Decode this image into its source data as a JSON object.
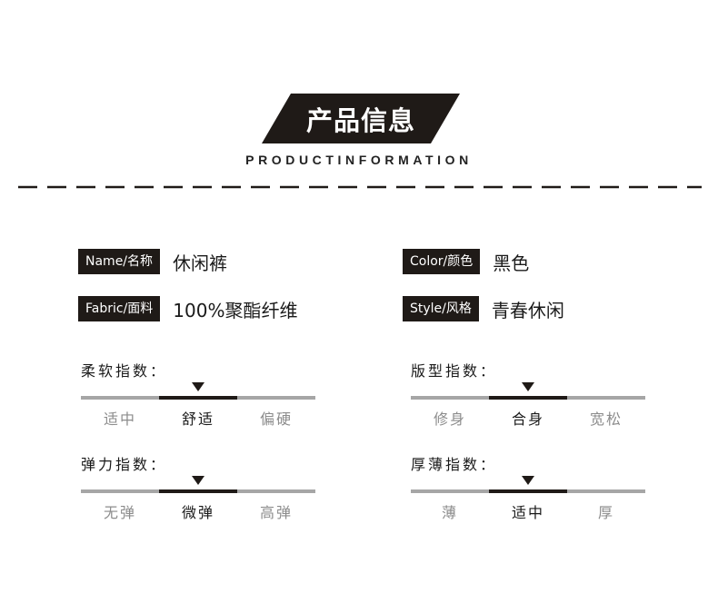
{
  "header": {
    "title": "产品信息",
    "subtitle": "PRODUCTINFORMATION"
  },
  "colors": {
    "dark": "#1f1a17",
    "bar_inactive": "#a6a6a6",
    "text_inactive": "#8c8c8c"
  },
  "attributes": {
    "name": {
      "label": "Name/名称",
      "value": "休闲裤"
    },
    "fabric": {
      "label": "Fabric/面料",
      "value": "100%聚酯纤维"
    },
    "color": {
      "label": "Color/颜色",
      "value": "黑色"
    },
    "style": {
      "label": "Style/风格",
      "value": "青春休闲"
    }
  },
  "scales": {
    "softness": {
      "title": "柔软指数：",
      "options": [
        "适中",
        "舒适",
        "偏硬"
      ],
      "selected": "舒适"
    },
    "fit": {
      "title": "版型指数：",
      "options": [
        "修身",
        "合身",
        "宽松"
      ],
      "selected": "合身"
    },
    "stretch": {
      "title": "弹力指数：",
      "options": [
        "无弹",
        "微弹",
        "高弹"
      ],
      "selected": "微弹"
    },
    "thickness": {
      "title": "厚薄指数：",
      "options": [
        "薄",
        "适中",
        "厚"
      ],
      "selected": "适中"
    }
  }
}
